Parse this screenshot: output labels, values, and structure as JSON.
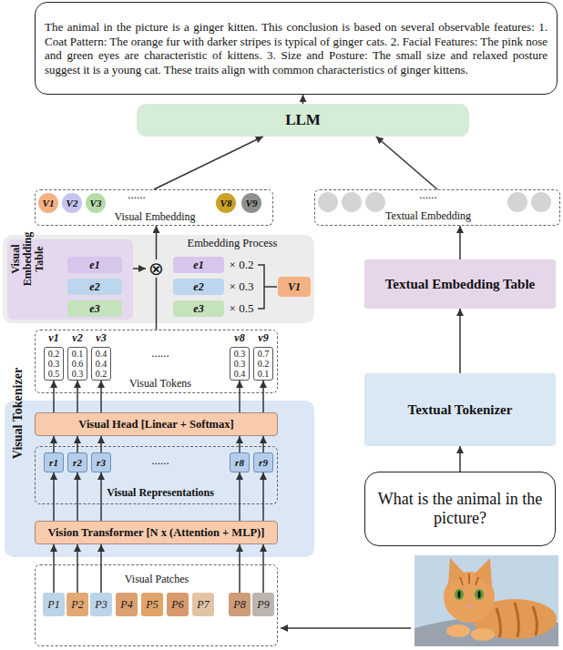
{
  "diagram": {
    "nodes": [
      {
        "text": [
          "The animal in the picture is a ginger kitten. This conclusion is based on several observable features: 1. Coat Pattern: The orange fur with darker stripes is typical of ginger cats. 2. Facial Features: The pink nose and green eyes are characteristic of kittens. 3. Size and Posture: The small size and relaxed posture suggest it is a young cat. These traits align with common characteristics of ginger kittens."
        ]
      },
      {
        "text": [
          "LLM"
        ]
      },
      {
        "text": [
          "Visual Embedding"
        ]
      },
      {
        "text": [
          "V1"
        ],
        "in": 2
      },
      {
        "text": [
          "V2"
        ],
        "in": 2
      },
      {
        "text": [
          "V3"
        ],
        "in": 2
      },
      {
        "text": [
          "V8"
        ],
        "in": 2
      },
      {
        "text": [
          "V9"
        ],
        "in": 2
      },
      {
        "text": [
          "Textual Embedding"
        ]
      },
      {
        "text": [
          "Embedding Process"
        ]
      },
      {
        "text": [
          "Visual Embedding Table"
        ],
        "in": 9
      },
      {
        "text": [
          "e1"
        ],
        "in": 10
      },
      {
        "text": [
          "e2"
        ],
        "in": 10
      },
      {
        "text": [
          "e3"
        ],
        "in": 10
      },
      {
        "text": [
          "e1"
        ],
        "in": 9
      },
      {
        "text": [
          "e2"
        ],
        "in": 9
      },
      {
        "text": [
          "e3"
        ],
        "in": 9
      },
      {
        "text": [
          "V1"
        ],
        "in": 9
      },
      {
        "text": [
          "Visual Tokens"
        ]
      },
      {
        "text": [
          "v1",
          "0.2 0.3 0.5"
        ],
        "in": 18
      },
      {
        "text": [
          "v2",
          "0.1 0.6 0.3"
        ],
        "in": 18
      },
      {
        "text": [
          "v3",
          "0.4 0.4 0.2"
        ],
        "in": 18
      },
      {
        "text": [
          "v8",
          "0.3 0.3 0.4"
        ],
        "in": 18
      },
      {
        "text": [
          "v9",
          "0.7 0.2 0.1"
        ],
        "in": 18
      },
      {
        "text": [
          "Visual Tokenizer"
        ]
      },
      {
        "text": [
          "Visual Head [Linear + Softmax]"
        ],
        "in": 24
      },
      {
        "text": [
          "Visual Representations"
        ],
        "in": 24
      },
      {
        "text": [
          "r1"
        ],
        "in": 26
      },
      {
        "text": [
          "r2"
        ],
        "in": 26
      },
      {
        "text": [
          "r3"
        ],
        "in": 26
      },
      {
        "text": [
          "r8"
        ],
        "in": 26
      },
      {
        "text": [
          "r9"
        ],
        "in": 26
      },
      {
        "text": [
          "Vision Transformer [N x (Attention + MLP)]"
        ],
        "in": 24
      },
      {
        "text": [
          "Visual Patches"
        ]
      },
      {
        "text": [
          "P1"
        ],
        "in": 33
      },
      {
        "text": [
          "P2"
        ],
        "in": 33
      },
      {
        "text": [
          "P3"
        ],
        "in": 33
      },
      {
        "text": [
          "P4"
        ],
        "in": 33
      },
      {
        "text": [
          "P5"
        ],
        "in": 33
      },
      {
        "text": [
          "P6"
        ],
        "in": 33
      },
      {
        "text": [
          "P7"
        ],
        "in": 33
      },
      {
        "text": [
          "P8"
        ],
        "in": 33
      },
      {
        "text": [
          "P9"
        ],
        "in": 33
      },
      {
        "text": [
          "Textual Embedding Table"
        ]
      },
      {
        "text": [
          "Textual Tokenizer"
        ]
      },
      {
        "text": [
          "What is the animal in the picture?"
        ]
      }
    ],
    "edges": [
      {
        "from": 1,
        "to": 0,
        "arrow": "to"
      },
      {
        "from": 2,
        "to": 1,
        "arrow": "to"
      },
      {
        "from": 8,
        "to": 1,
        "arrow": "to"
      },
      {
        "from": 18,
        "to": 2,
        "arrow": "to"
      },
      {
        "from": 27,
        "to": 25,
        "arrow": "to"
      },
      {
        "from": 28,
        "to": 25,
        "arrow": "to"
      },
      {
        "from": 29,
        "to": 25,
        "arrow": "to"
      },
      {
        "from": 30,
        "to": 25,
        "arrow": "to"
      },
      {
        "from": 31,
        "to": 25,
        "arrow": "to"
      },
      {
        "from": 25,
        "to": 19,
        "arrow": "to"
      },
      {
        "from": 25,
        "to": 20,
        "arrow": "to"
      },
      {
        "from": 25,
        "to": 21,
        "arrow": "to"
      },
      {
        "from": 25,
        "to": 22,
        "arrow": "to"
      },
      {
        "from": 25,
        "to": 23,
        "arrow": "to"
      },
      {
        "from": 32,
        "to": 27,
        "arrow": "to"
      },
      {
        "from": 32,
        "to": 28,
        "arrow": "to"
      },
      {
        "from": 32,
        "to": 29,
        "arrow": "to"
      },
      {
        "from": 32,
        "to": 30,
        "arrow": "to"
      },
      {
        "from": 32,
        "to": 31,
        "arrow": "to"
      },
      {
        "from": 34,
        "to": 32,
        "arrow": "to"
      },
      {
        "from": 35,
        "to": 32,
        "arrow": "to"
      },
      {
        "from": 36,
        "to": 32,
        "arrow": "to"
      },
      {
        "from": 41,
        "to": 32,
        "arrow": "to"
      },
      {
        "from": 42,
        "to": 32,
        "arrow": "to"
      },
      {
        "from": 45,
        "to": 44,
        "arrow": "to"
      },
      {
        "from": 44,
        "to": 43,
        "arrow": "to"
      },
      {
        "from": 43,
        "to": 8,
        "arrow": "to"
      }
    ],
    "labels": [
      "......",
      "......",
      "⊗",
      "× 0.2",
      "× 0.3",
      "× 0.5",
      "......",
      "......"
    ]
  }
}
